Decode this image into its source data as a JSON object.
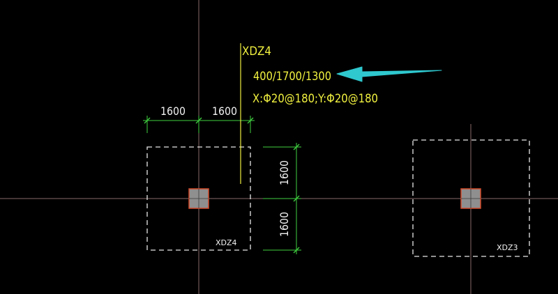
{
  "drawing": {
    "colors": {
      "background": "#000000",
      "axis_line": "#8a6a6a",
      "dimension": "#3fcf3f",
      "annotation_text": "#f0f040",
      "leader": "#f0f040",
      "footing_outline": "#e8e8e8",
      "column_fill": "#8f8f8f",
      "column_border": "#d24a2a",
      "arrow": "#2fc8cf"
    },
    "annotation": {
      "mark": "XDZ4",
      "dimensions": "400/1700/1300",
      "reinforcement": "X:Φ20@180;Y:Φ20@180"
    },
    "footings": [
      {
        "label": "XDZ4"
      },
      {
        "label": "XDZ3"
      }
    ],
    "horizontal_dims": [
      "1600",
      "1600"
    ],
    "vertical_dims": [
      "1600",
      "1600"
    ],
    "pointer": {
      "icon": "arrow-icon",
      "direction": "left"
    }
  }
}
